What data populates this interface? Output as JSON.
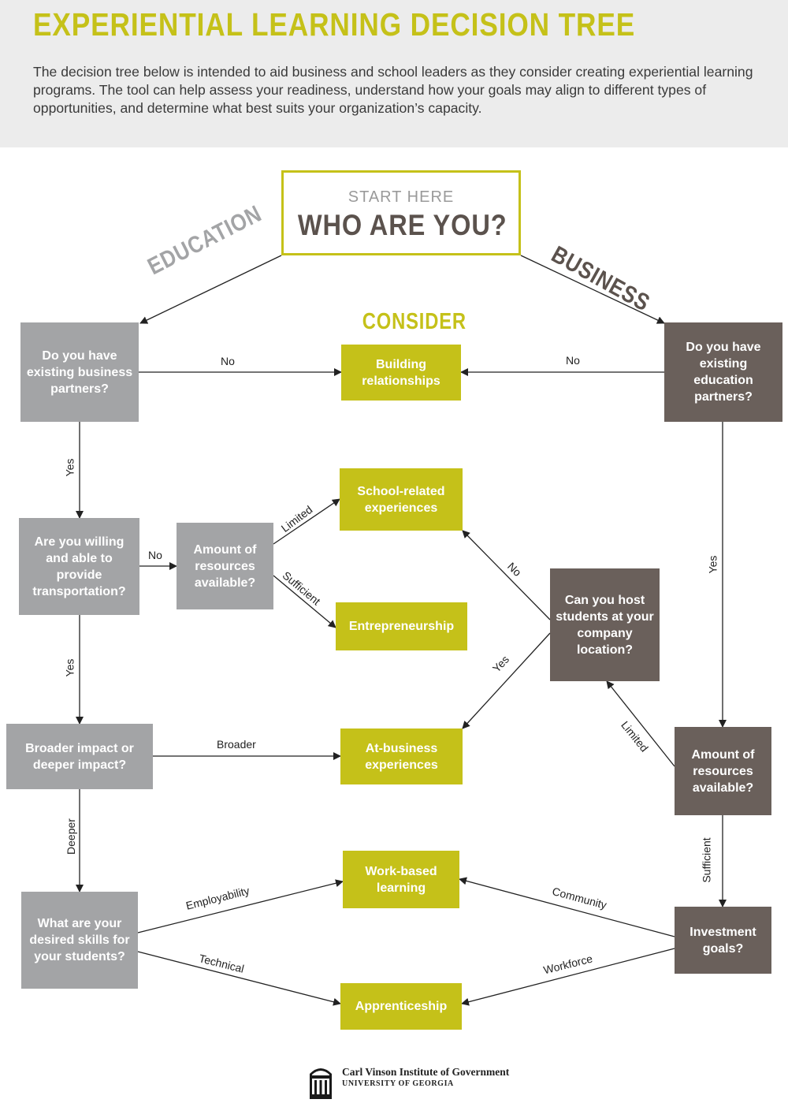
{
  "header": {
    "title": "EXPERIENTIAL LEARNING DECISION TREE",
    "intro": "The decision tree below is intended to aid business and school leaders as they consider creating experiential learning programs. The tool can help assess your readiness, understand how your goals may align to different types of opportunities, and determine what best suits your organization’s capacity."
  },
  "start": {
    "sub": "START HERE",
    "main": "WHO ARE YOU?"
  },
  "branches": {
    "education": "EDUCATION",
    "business": "BUSINESS"
  },
  "consider_heading": "CONSIDER",
  "education_nodes": {
    "partners": "Do you have existing business partners?",
    "transport": "Are you willing and able to provide transportation?",
    "resources": "Amount of resources available?",
    "impact": "Broader impact or deeper impact?",
    "skills": "What are your desired skills for your students?"
  },
  "business_nodes": {
    "partners": "Do you have existing education partners?",
    "host": "Can you host students at your company location?",
    "resources": "Amount of resources available?",
    "goals": "Investment goals?"
  },
  "outcomes": {
    "building": "Building relationships",
    "school": "School-related experiences",
    "entrepreneurship": "Entrepreneurship",
    "at_business": "At-business experiences",
    "work_based": "Work-based learning",
    "apprenticeship": "Apprenticeship"
  },
  "edge_labels": {
    "edu_no": "No",
    "bus_no": "No",
    "edu_yes1": "Yes",
    "edu_no2": "No",
    "limited": "Limited",
    "sufficient": "Sufficient",
    "edu_yes2": "Yes",
    "broader": "Broader",
    "deeper": "Deeper",
    "employability": "Employability",
    "technical": "Technical",
    "bus_yes1": "Yes",
    "host_no": "No",
    "host_yes": "Yes",
    "bus_limited": "Limited",
    "bus_sufficient": "Sufficient",
    "community": "Community",
    "workforce": "Workforce"
  },
  "footer": {
    "org": "Carl Vinson Institute of Government",
    "university": "UNIVERSITY OF GEORGIA"
  },
  "colors": {
    "accent": "#c5c119",
    "education_box": "#a3a4a6",
    "business_box": "#6a605b",
    "header_bg": "#ececec"
  }
}
